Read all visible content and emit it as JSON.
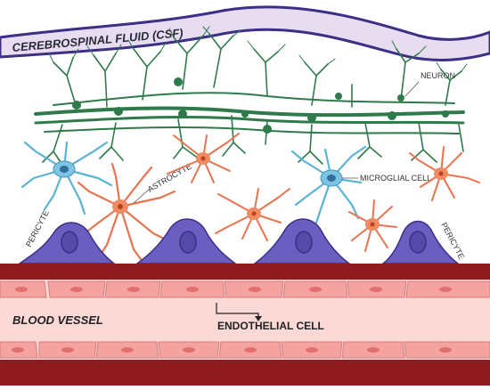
{
  "labels": {
    "csf": "CEREBROSPINAL FLUID (CSF)",
    "neuron": "NEURON",
    "astrocyte": "ASTROCYTE",
    "microglial": "MICROGLIAL CELL",
    "pericyte_left": "PERICYTE",
    "pericyte_right": "PERICYTE",
    "blood_vessel": "BLOOD VESSEL",
    "endothelial": "ENDOTHELIAL CELL"
  },
  "colors": {
    "csf_fill": "#e7dcf0",
    "csf_stroke": "#3c2f86",
    "neuron": "#2f7a4a",
    "astrocyte": "#e8734f",
    "microglia": "#5bb3d6",
    "pericyte": "#6a5fc0",
    "vessel_dark": "#8e1b1f",
    "vessel_light": "#fbd9d6",
    "endothelial": "#f4a3a1"
  }
}
